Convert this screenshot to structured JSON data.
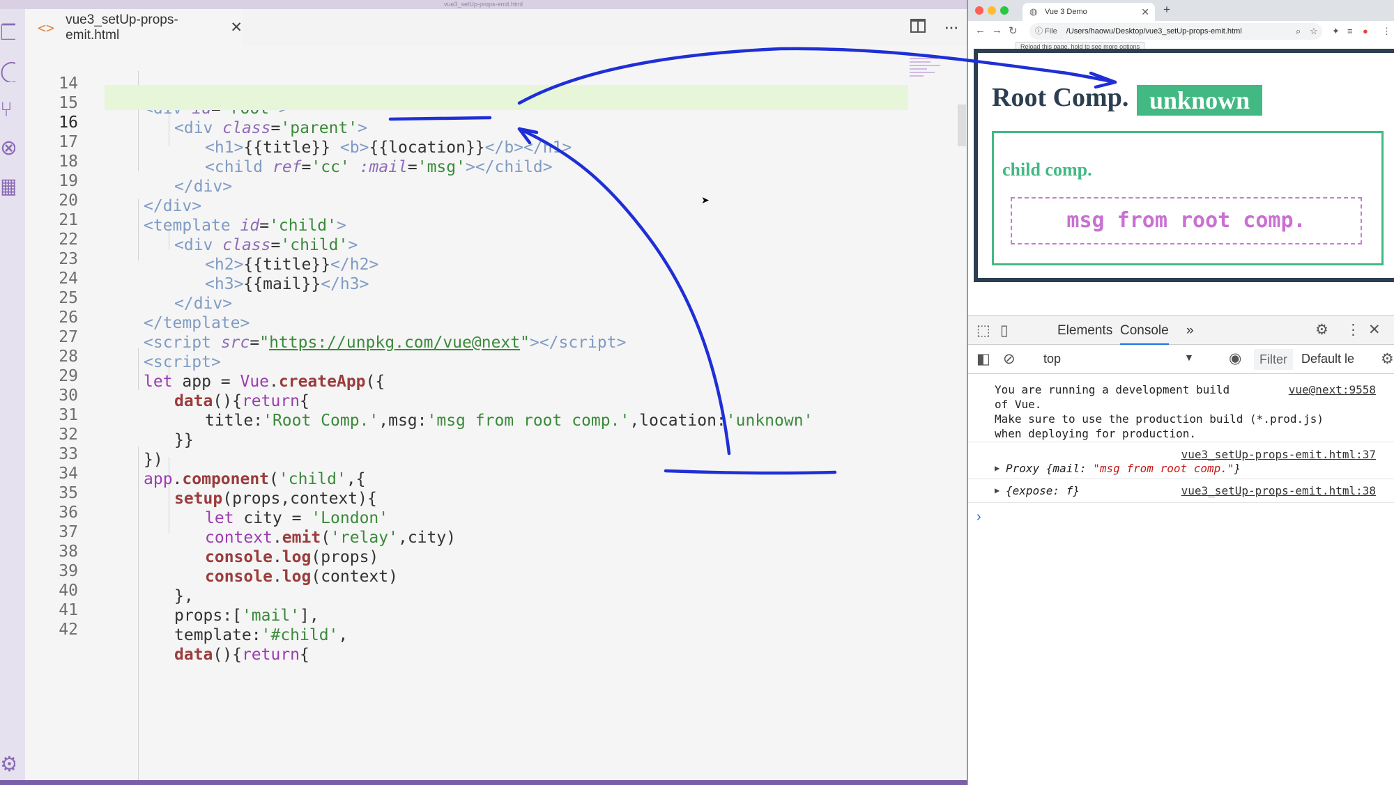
{
  "window": {
    "title": "vue3_setUp-props-emit.html"
  },
  "editor": {
    "tab_name": "vue3_setUp-props-emit.html",
    "tab_ext_icon": "<>",
    "close_icon": "✕",
    "more_icon": "···",
    "current_line": 16
  },
  "code": {
    "ln14": "14",
    "ln15": "15",
    "ln16": "16",
    "ln17": "17",
    "ln18": "18",
    "ln19": "19",
    "ln20": "20",
    "ln21": "21",
    "ln22": "22",
    "ln23": "23",
    "ln24": "24",
    "ln25": "25",
    "ln26": "26",
    "ln27": "27",
    "ln28": "28",
    "ln29": "29",
    "ln30": "30",
    "ln31": "31",
    "ln32": "32",
    "ln33": "33",
    "ln34": "34",
    "ln35": "35",
    "ln36": "36",
    "ln37": "37",
    "ln38": "38",
    "ln39": "39",
    "ln40": "40",
    "ln41": "41",
    "ln42": "42",
    "t_div": "div",
    "t_h1": "h1",
    "t_b": "b",
    "t_child": "child",
    "t_template": "template",
    "t_h2": "h2",
    "t_h3": "h3",
    "t_script": "script",
    "a_id": "id",
    "a_class": "class",
    "a_ref": "ref",
    "a_mail": ":mail",
    "a_src": "src",
    "v_root": "'root'",
    "v_parent": "'parent'",
    "v_cc": "'cc'",
    "v_msg": "'msg'",
    "v_childid": "'child'",
    "v_childclass": "'child'",
    "m_title": "{{title}}",
    "m_location": "{{location}}",
    "m_mail": "{{mail}}",
    "url": "https://unpkg.com/vue@next",
    "k_let": "let",
    "l28a": " app = ",
    "l28b": "Vue",
    "l28c": ".",
    "l28d": "createApp",
    "l28e": "({",
    "l29a": "data",
    "l29b": "(){",
    "l29c": "return",
    "l29d": "{",
    "l30a": "title:",
    "l30b": "'Root Comp.'",
    "l30c": ",msg:",
    "l30d": "'msg from root comp.'",
    "l30e": ",location:",
    "l30f": "'unknown'",
    "l31": "}}",
    "l32": "})",
    "l33a": "app",
    "l33b": ".",
    "l33c": "component",
    "l33d": "(",
    "l33e": "'child'",
    "l33f": ",{",
    "l34a": "setup",
    "l34b": "(props,context){",
    "l35a": " city = ",
    "l35b": "'London'",
    "l36a": "context",
    "l36b": ".",
    "l36c": "emit",
    "l36d": "(",
    "l36e": "'relay'",
    "l36f": ",city)",
    "l37a": "console",
    "l37b": ".",
    "l37c": "log",
    "l37d": "(props)",
    "l38a": "console",
    "l38b": ".",
    "l38c": "log",
    "l38d": "(context)",
    "l39": "},",
    "l40a": "props:[",
    "l40b": "'mail'",
    "l40c": "],",
    "l41a": "template:",
    "l41b": "'#child'",
    "l41c": ",",
    "l42a": "data",
    "l42b": "(){",
    "l42c": "return",
    "l42d": "{"
  },
  "browser": {
    "tab_title": "Vue 3 Demo",
    "new_tab": "+",
    "address_scheme": "File",
    "address_path": "/Users/haowu/Desktop/vue3_setUp-props-emit.html",
    "reload_tooltip": "Reload this page, hold to see more options"
  },
  "page": {
    "root_title": "Root Comp.",
    "root_location": "unknown",
    "child_title": "child comp.",
    "child_mail": "msg from root comp."
  },
  "devtools": {
    "tab_elements": "Elements",
    "tab_console": "Console",
    "more_tabs": "»",
    "context": "top",
    "filter_placeholder": "Filter",
    "levels": "Default le",
    "messages": [
      {
        "text": "You are running a development build\nof Vue.\nMake sure to use the production build (*.prod.js)\nwhen deploying for production.",
        "source": "vue@next:9558"
      },
      {
        "prefix": "Proxy ",
        "obj_open": "{mail: ",
        "value": "\"msg from root comp.\"",
        "obj_close": "}",
        "source": "vue3_setUp-props-emit.html:37"
      },
      {
        "text": "{expose: f}",
        "source": "vue3_setUp-props-emit.html:38"
      }
    ],
    "prompt": "›"
  },
  "colors": {
    "vue_green": "#42b983",
    "vue_dark": "#2c3e50",
    "annotation_blue": "#1f2fd6",
    "msg_pink": "#c971d2"
  }
}
